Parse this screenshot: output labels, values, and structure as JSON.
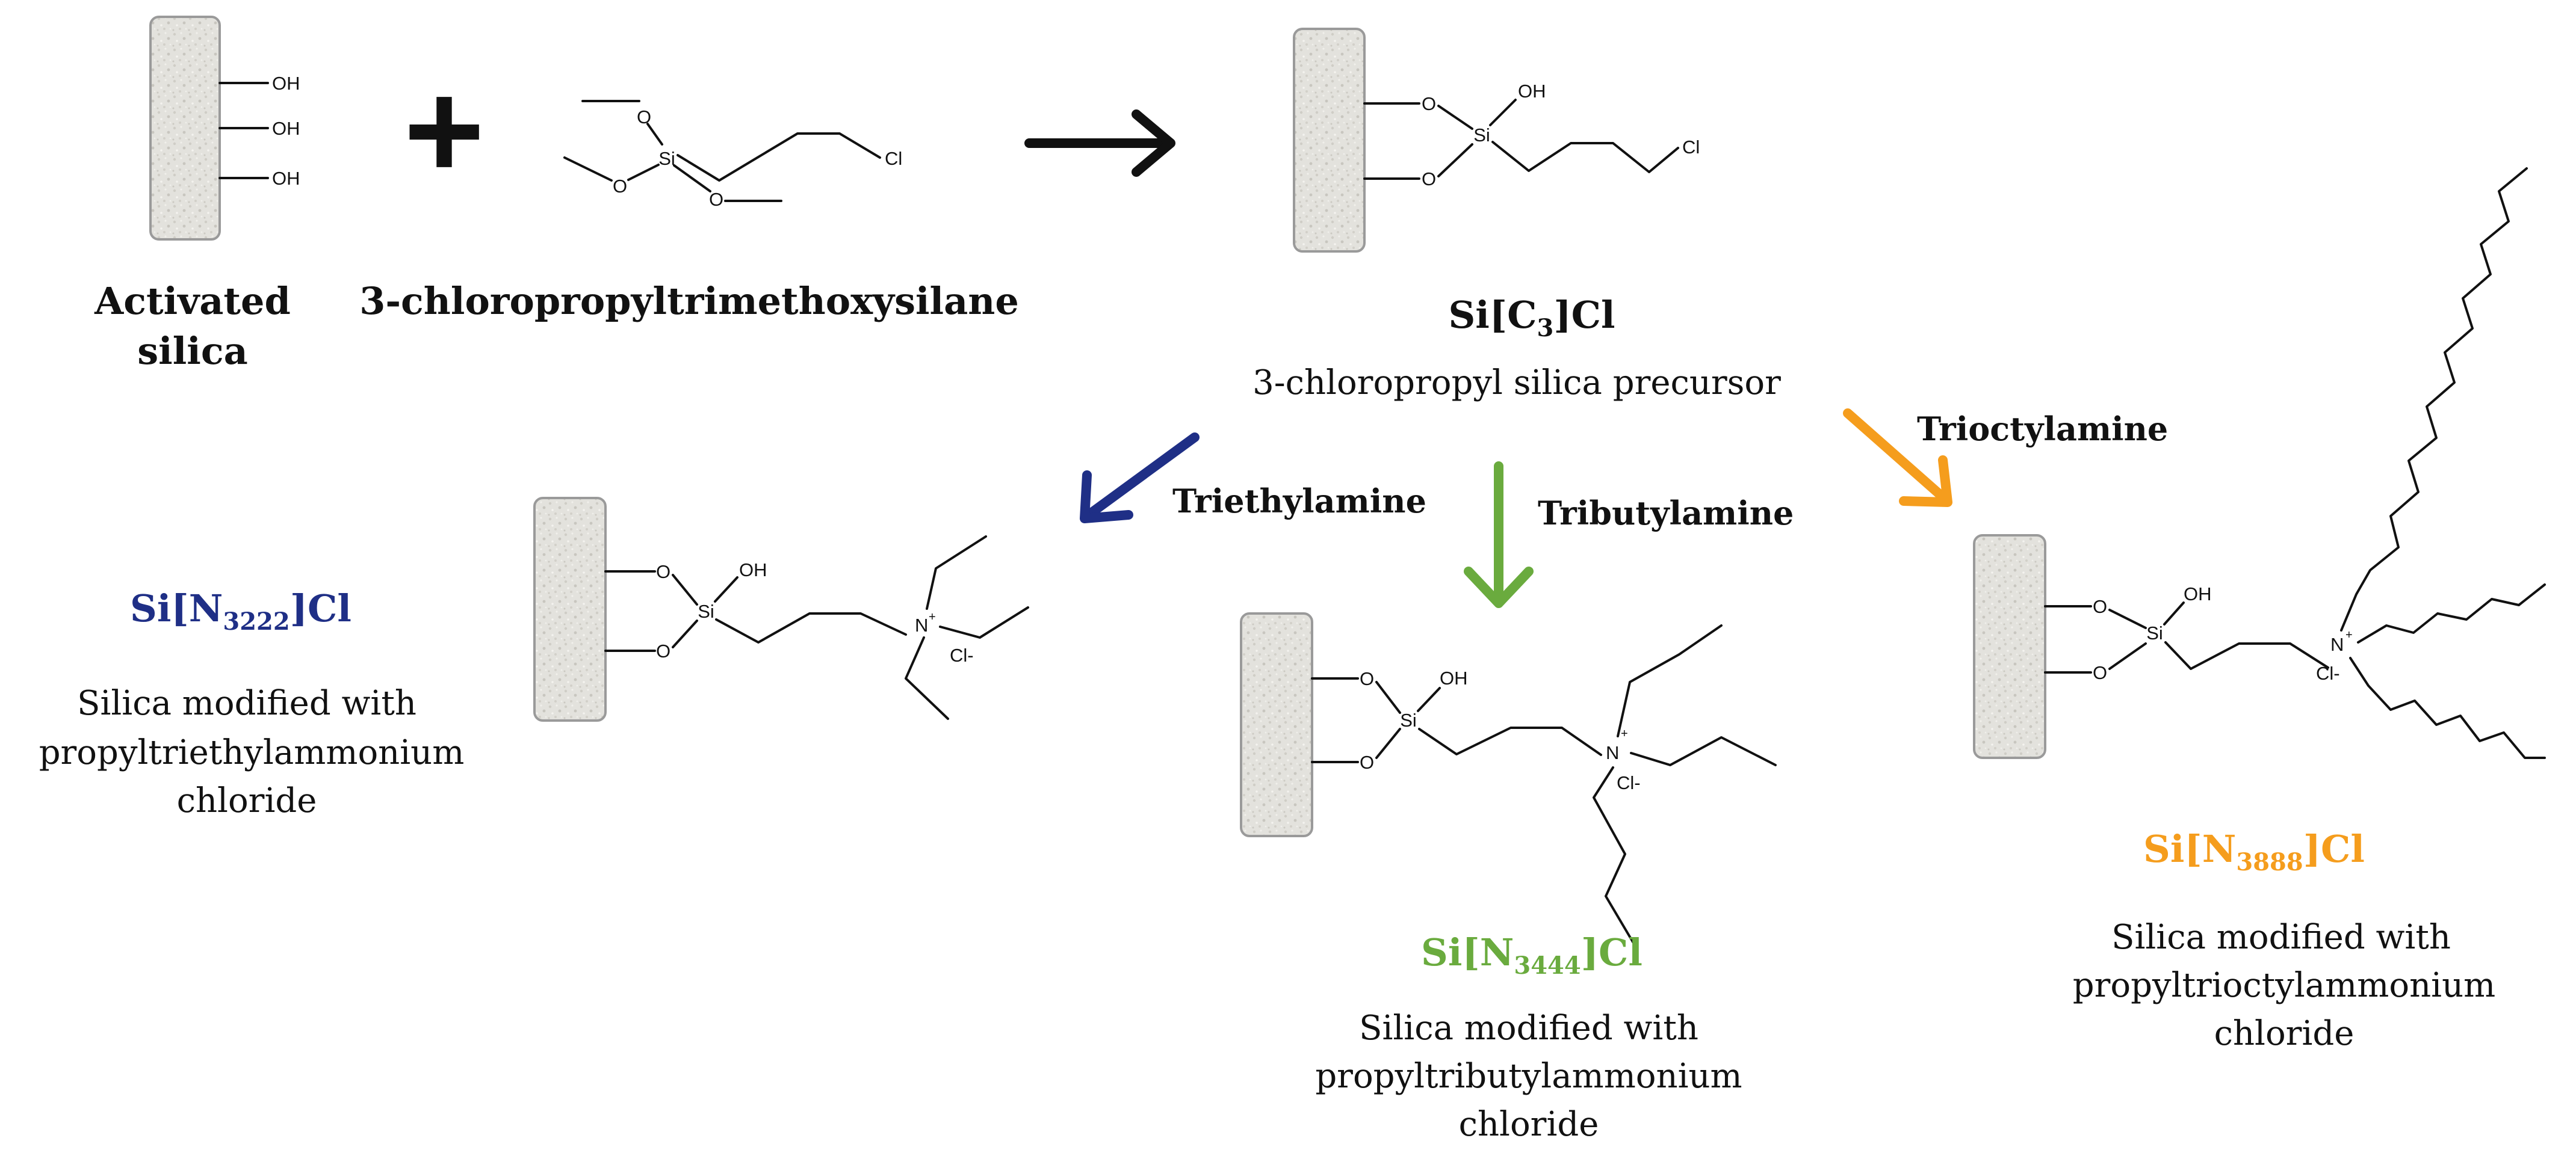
{
  "colors": {
    "triethyl": "#1f2f86",
    "tributyl": "#6aab3e",
    "trioctyl": "#f59d1d",
    "black": "#111111",
    "silica_fill": "#e3e2dd",
    "silica_border": "#9a9a9a"
  },
  "start": {
    "silica_label_1": "Activated",
    "silica_label_2": "silica",
    "plus": "+",
    "oh": "OH",
    "silane_label": "3-chloropropyltrimethoxysilane",
    "si": "Si",
    "o": "O",
    "cl": "Cl"
  },
  "precursor": {
    "name_pre": "Si[C",
    "name_sub": "3",
    "name_post": "]Cl",
    "description": "3-chloropropyl silica precursor",
    "si": "Si",
    "o": "O",
    "oh": "OH",
    "cl": "Cl"
  },
  "triethyl": {
    "reagent": "Triethylamine",
    "name_pre": "Si[N",
    "name_sub": "3222",
    "name_post": "]Cl",
    "desc_1": "Silica modified with",
    "desc_2": "propyltriethylammonium",
    "desc_3": "chloride",
    "n": "N",
    "plus": "+",
    "counter_ion": "Cl-"
  },
  "tributyl": {
    "reagent": "Tributylamine",
    "name_pre": "Si[N",
    "name_sub": "3444",
    "name_post": "]Cl",
    "desc_1": "Silica modified with",
    "desc_2": "propyltributylammonium",
    "desc_3": "chloride",
    "n": "N",
    "plus": "+",
    "counter_ion": "Cl-"
  },
  "trioctyl": {
    "reagent": "Trioctylamine",
    "name_pre": "Si[N",
    "name_sub": "3888",
    "name_post": "]Cl",
    "desc_1": "Silica modified with",
    "desc_2": "propyltrioctylammonium",
    "desc_3": "chloride",
    "n": "N",
    "plus": "+",
    "counter_ion": "Cl-"
  }
}
